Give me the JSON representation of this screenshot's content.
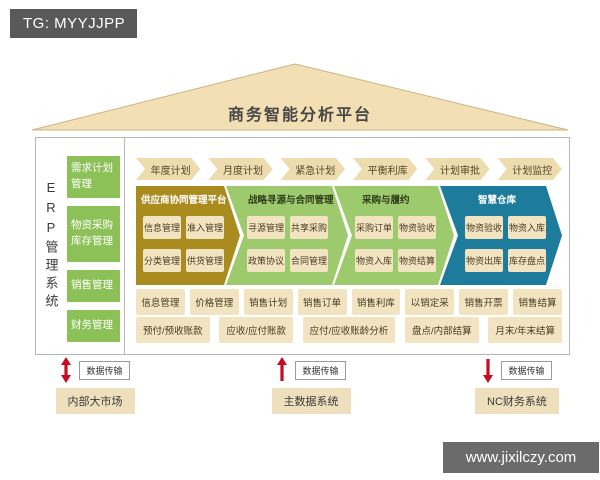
{
  "badge": {
    "text": "TG: MYYJJPP"
  },
  "roof": {
    "title": "商务智能分析平台"
  },
  "sidebar": {
    "vertical_label": "ERP管理系统",
    "modules": [
      "需求计划管理",
      "物资采购库存管理",
      "销售管理",
      "财务管理"
    ]
  },
  "plan": {
    "items": [
      "年度计划",
      "月度计划",
      "紧急计划",
      "平衡利库",
      "计划审批",
      "计划监控"
    ]
  },
  "chevrons": [
    {
      "title": "供应商协同管理平台",
      "color": "#a98b1e",
      "items": [
        "信息管理",
        "准入管理",
        "分类管理",
        "供货管理"
      ]
    },
    {
      "title": "战略寻源与合同管理",
      "color": "#9cca6d",
      "items": [
        "寻源管理",
        "共享采购",
        "政策协议",
        "合同管理"
      ]
    },
    {
      "title": "采购与履约",
      "color": "#9cca6d",
      "items": [
        "采购订单",
        "物资验收",
        "物资入库",
        "物资结算"
      ]
    },
    {
      "title": "智慧仓库",
      "color": "#1d7b9c",
      "items": [
        "物资验收",
        "物资入库",
        "物资出库",
        "库存盘点"
      ]
    }
  ],
  "sales_row": [
    "信息管理",
    "价格管理",
    "销售计划",
    "销售订单",
    "销售利库",
    "以销定采",
    "销售开票",
    "销售结算"
  ],
  "finance_row": [
    "预付/预收账款",
    "应收/应付账款",
    "应付/应收账龄分析",
    "盘点/内部结算",
    "月末/年末结算"
  ],
  "data_links": [
    {
      "label": "数据传输",
      "system": "内部大市场",
      "direction": "both"
    },
    {
      "label": "数据传输",
      "system": "主数据系统",
      "direction": "up"
    },
    {
      "label": "数据传输",
      "system": "NC财务系统",
      "direction": "down"
    }
  ],
  "watermark": {
    "text": "www.jixilczy.com"
  },
  "colors": {
    "roof": "#f2dfb4",
    "plan_chip": "#ecdcae",
    "chip": "#f2e4c1",
    "gold": "#a98b1e",
    "green": "#9cca6d",
    "blue": "#1d7b9c",
    "sidebar_green": "#8cc157",
    "arrow_red": "#c60b23",
    "badge_gray": "#595959"
  }
}
